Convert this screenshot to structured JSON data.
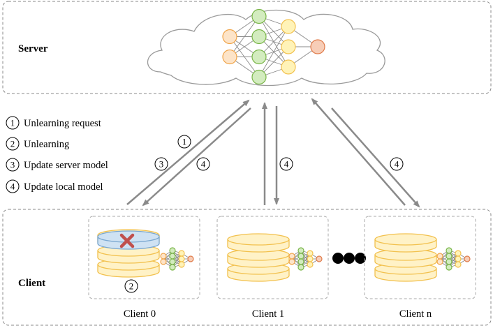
{
  "server": {
    "label": "Server"
  },
  "client_panel": {
    "label": "Client"
  },
  "legend": [
    {
      "num": "1",
      "text": "Unlearning request"
    },
    {
      "num": "2",
      "text": "Unlearning"
    },
    {
      "num": "3",
      "text": "Update server model"
    },
    {
      "num": "4",
      "text": "Update local model"
    }
  ],
  "arrow_labels": {
    "a": "1",
    "b": "3",
    "c": "4",
    "d": "4",
    "e": "4"
  },
  "clients": [
    {
      "label": "Client 0",
      "step": "2",
      "data_removed": true
    },
    {
      "label": "Client 1"
    },
    {
      "label": "Client n"
    }
  ],
  "colors": {
    "arrow": "#8a8a8a",
    "input_node": "#fde4c8",
    "hidden_node_1": "#d3ecbf",
    "hidden_node_2": "#fff3b8",
    "output_node": "#f7cdb7",
    "data_layer": "#fff2c7",
    "removed_layer": "#cfe2f3",
    "removal_mark": "#c0504d"
  }
}
